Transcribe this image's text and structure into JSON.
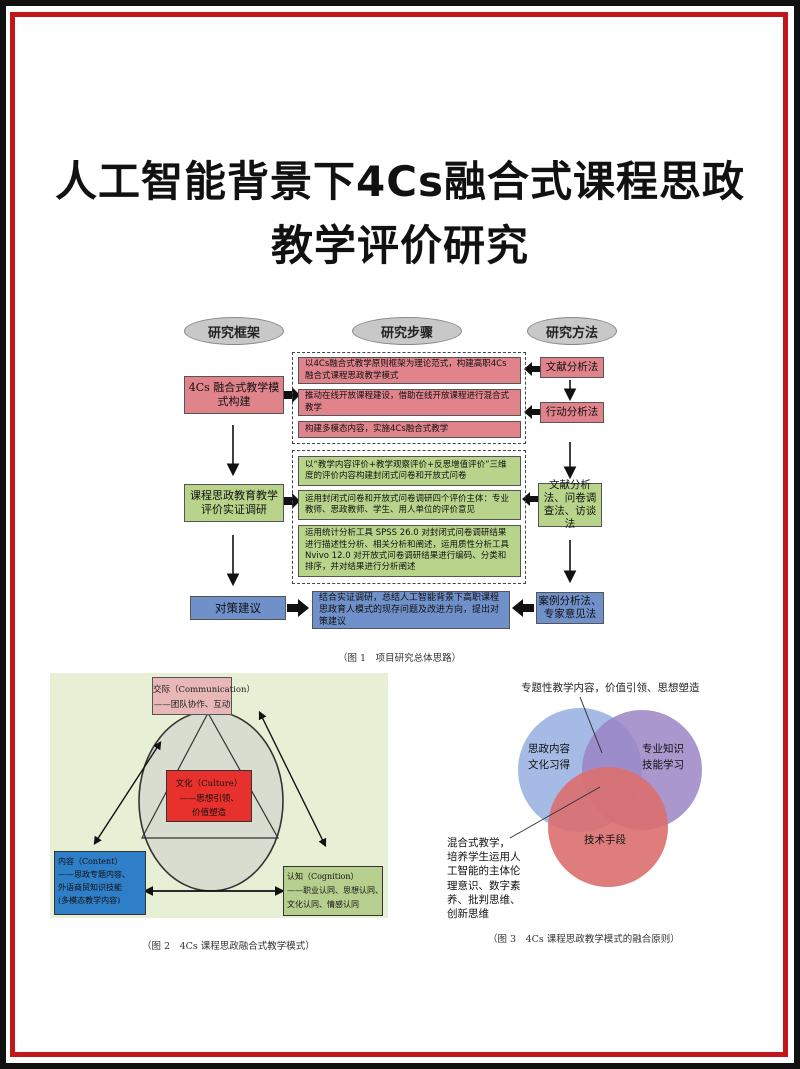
{
  "title": {
    "line1": "人工智能背景下4Cs融合式课程思政",
    "line2": "教学评价研究"
  },
  "fig1": {
    "headers": {
      "framework": "研究框架",
      "steps": "研究步骤",
      "methods": "研究方法"
    },
    "framework": {
      "box1": "4Cs 融合式教学模式构建",
      "box2": "课程思政教育教学评价实证调研",
      "box3": "对策建议"
    },
    "steps": {
      "s1": "以4Cs融合式教学原则框架为理论范式，构建高职4Cs融合式课程思政教学模式",
      "s2": "推动在线开放课程建设，借助在线开放课程进行混合式教学",
      "s3": "构建多模态内容，实施4Cs融合式教学",
      "s4": "以“教学内容评价+教学观察评价+反思增值评价”三维度的评价内容构建封闭式问卷和开放式问卷",
      "s5": "运用封闭式问卷和开放式问卷调研四个评价主体：专业教师、思政教师、学生、用人单位的评价意见",
      "s6": "运用统计分析工具 SPSS 26.0 对封闭式问卷调研结果进行描述性分析、相关分析和阐述，运用质性分析工具 Nvivo 12.0 对开放式问卷调研结果进行编码、分类和排序，并对结果进行分析阐述",
      "s7": "结合实证调研，总结人工智能背景下高职课程思政育人模式的现存问题及改进方向，提出对策建议"
    },
    "methods": {
      "m1": "文献分析法",
      "m2": "行动分析法",
      "m3": "文献分析法、问卷调查法、访谈法",
      "m4": "案例分析法、专家意见法"
    },
    "caption": "（图 1　项目研究总体思路）"
  },
  "fig2": {
    "communication": {
      "title": "交际（Communication）",
      "desc": "——团队协作、互动"
    },
    "culture": {
      "title": "文化（Culture）",
      "desc1": "——思想引领、",
      "desc2": "价值塑造"
    },
    "content": {
      "title": "内容（Content）",
      "desc1": "——思政专题内容、",
      "desc2": "外语商贸知识技能",
      "desc3": "(多模态教学内容)"
    },
    "cognition": {
      "title": "认知（Cognition）",
      "desc1": "——职业认同、思想认同、",
      "desc2": "文化认同、情感认同"
    },
    "caption": "（图 2　4Cs 课程思政融合式教学模式）"
  },
  "fig3": {
    "top_label": "专题性教学内容，价值引领、思想塑造",
    "circle1": {
      "l1": "思政内容",
      "l2": "文化习得",
      "color": "#9bb4e3"
    },
    "circle2": {
      "l1": "专业知识",
      "l2": "技能学习",
      "color": "#9a85c4"
    },
    "circle3": {
      "l1": "技术手段",
      "color": "#dc6f6f"
    },
    "side_label": [
      "混合式教学，",
      "培养学生运用人",
      "工智能的主体伦",
      "理意识、数字素",
      "养、批判思维、",
      "创新思维"
    ],
    "caption": "（图 3　4Cs 课程思政教学模式的融合原则）"
  }
}
